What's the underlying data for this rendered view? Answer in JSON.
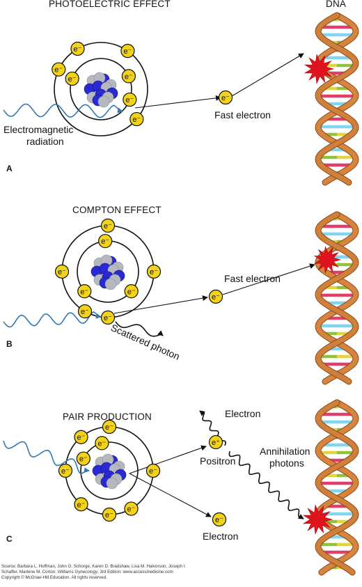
{
  "colors": {
    "electron_fill": "#f2d31a",
    "proton": "#2a2ad2",
    "neutron": "#b5b9bf",
    "wave": "#2f78b5",
    "burst": "#e0141e",
    "helix_strand": "#d7843e",
    "base_yellow": "#e2d63a",
    "base_green": "#92c23a",
    "base_pink": "#e23e6a",
    "base_cyan": "#7fd6ee"
  },
  "panel_a": {
    "title": "PHOTOELECTRIC EFFECT",
    "dna_label": "DNA",
    "radiation_label_1": "Electromagnetic",
    "radiation_label_2": "radiation",
    "fast_electron_label": "Fast electron",
    "panel_letter": "A"
  },
  "panel_b": {
    "title": "COMPTON EFFECT",
    "fast_electron_label": "Fast electron",
    "scattered_label": "Scattered photon",
    "panel_letter": "B"
  },
  "panel_c": {
    "title": "PAIR PRODUCTION",
    "electron_label_top": "Electron",
    "positron_label": "Positron",
    "annihilation_label_1": "Annihilation",
    "annihilation_label_2": "photons",
    "electron_label_bottom": "Electron",
    "panel_letter": "C"
  },
  "symbols": {
    "electron": "e⁻",
    "positron": "e⁺"
  },
  "credit": {
    "line1": "Source: Barbara L. Hoffman, John O. Schorge, Karen D. Bradshaw, Lisa M. Halvorson, Joseph I.",
    "line2_pre": "Schaffer, Marlene M. Corton: ",
    "line2_book": "Williams Gynecology",
    "line2_post": ", 3rd Edition: www.accessmedicine.com",
    "line3": "Copyright © McGraw-Hill Education. All rights reserved."
  }
}
